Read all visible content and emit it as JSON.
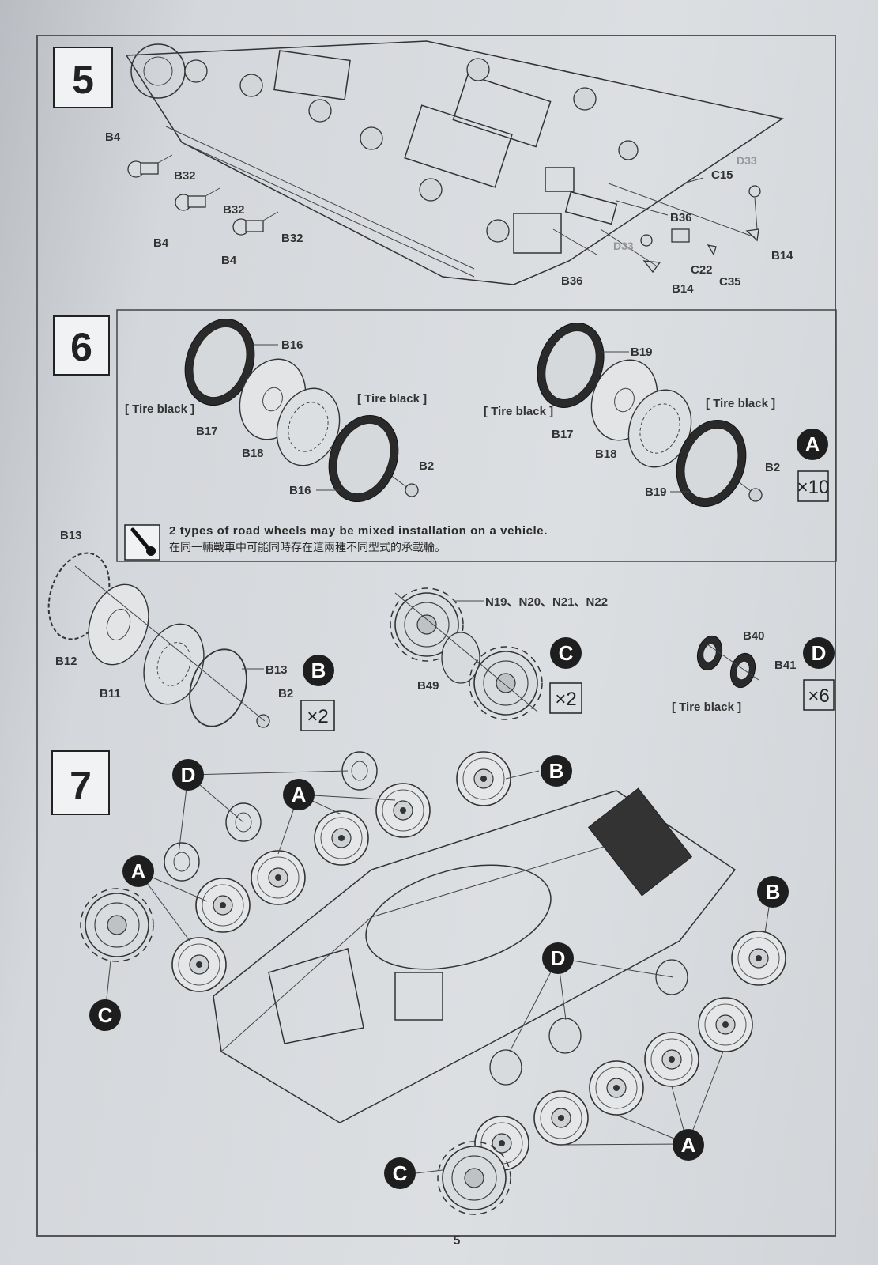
{
  "steps": [
    {
      "number": "5"
    },
    {
      "number": "6"
    },
    {
      "number": "7"
    }
  ],
  "labels": {
    "b4a": "B4",
    "b32a": "B32",
    "b4b": "B4",
    "b32b": "B32",
    "b4c": "B4",
    "b32c": "B32",
    "d33a": "D33",
    "c15": "C15",
    "b36a": "B36",
    "b14a": "B14",
    "d33b": "D33",
    "c22": "C22",
    "c35": "C35",
    "b36b": "B36",
    "b14b": "B14",
    "s6_b16a": "B16",
    "s6_tire1": "[ Tire black ]",
    "s6_b17a": "B17",
    "s6_tire2": "[ Tire black ]",
    "s6_b18a": "B18",
    "s6_b2a": "B2",
    "s6_b16b": "B16",
    "s6_b19a": "B19",
    "s6_tire3": "[ Tire black ]",
    "s6_b17b": "B17",
    "s6_tire4": "[ Tire black ]",
    "s6_b18b": "B18",
    "s6_b2b": "B2",
    "s6_b19b": "B19",
    "b13a": "B13",
    "b12": "B12",
    "b13b": "B13",
    "b11": "B11",
    "b2c": "B2",
    "n19": "N19、N20、N21、N22",
    "b49": "B49",
    "b40": "B40",
    "b41": "B41",
    "tire5": "[ Tire black ]"
  },
  "note": {
    "en": "2 types of road wheels may be mixed installation on a vehicle.",
    "cn": "在同一輛戰車中可能同時存在這兩種不同型式的承載輪。"
  },
  "badges": {
    "a": "A",
    "b": "B",
    "c": "C",
    "d": "D"
  },
  "quantities": {
    "a": "×10",
    "b": "×2",
    "c": "×2",
    "d": "×6"
  },
  "page_number": "5"
}
